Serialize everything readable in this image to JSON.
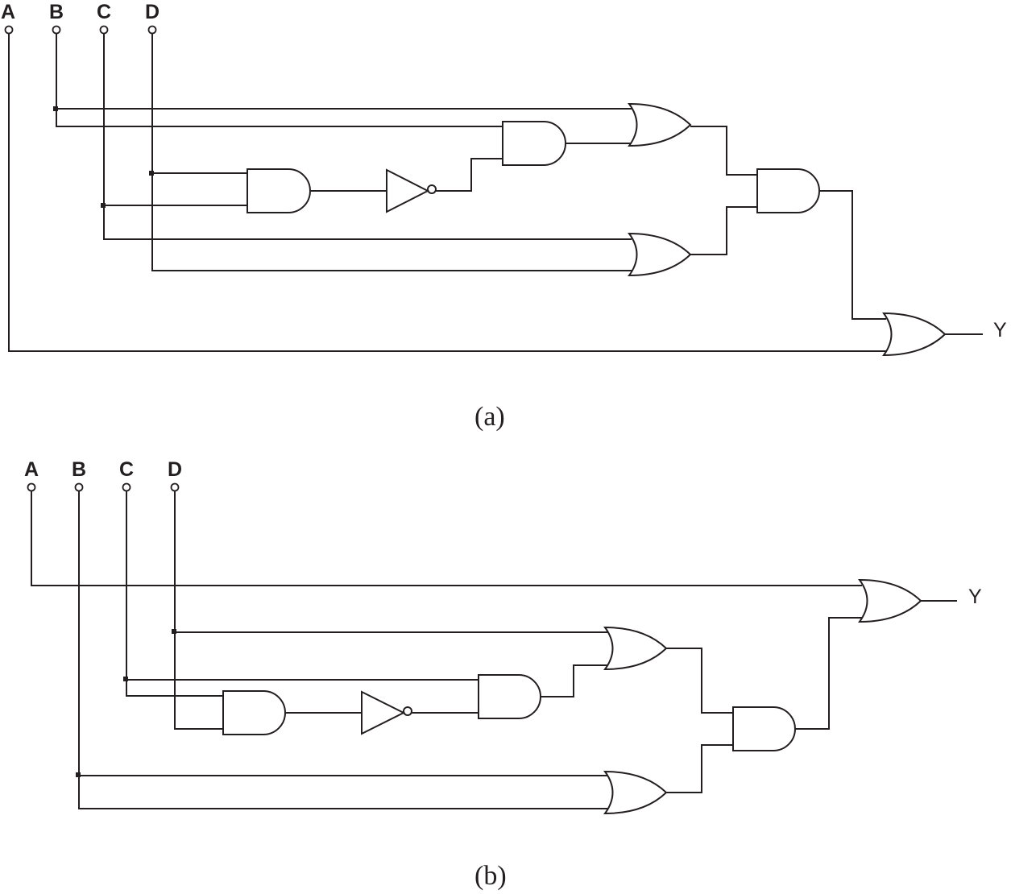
{
  "diagrams": {
    "a": {
      "caption": "(a)",
      "inputs": [
        "A",
        "B",
        "C",
        "D"
      ],
      "output": "Y"
    },
    "b": {
      "caption": "(b)",
      "inputs": [
        "A",
        "B",
        "C",
        "D"
      ],
      "output": "Y"
    }
  },
  "colors": {
    "ink": "#231f20",
    "background": "#ffffff"
  }
}
